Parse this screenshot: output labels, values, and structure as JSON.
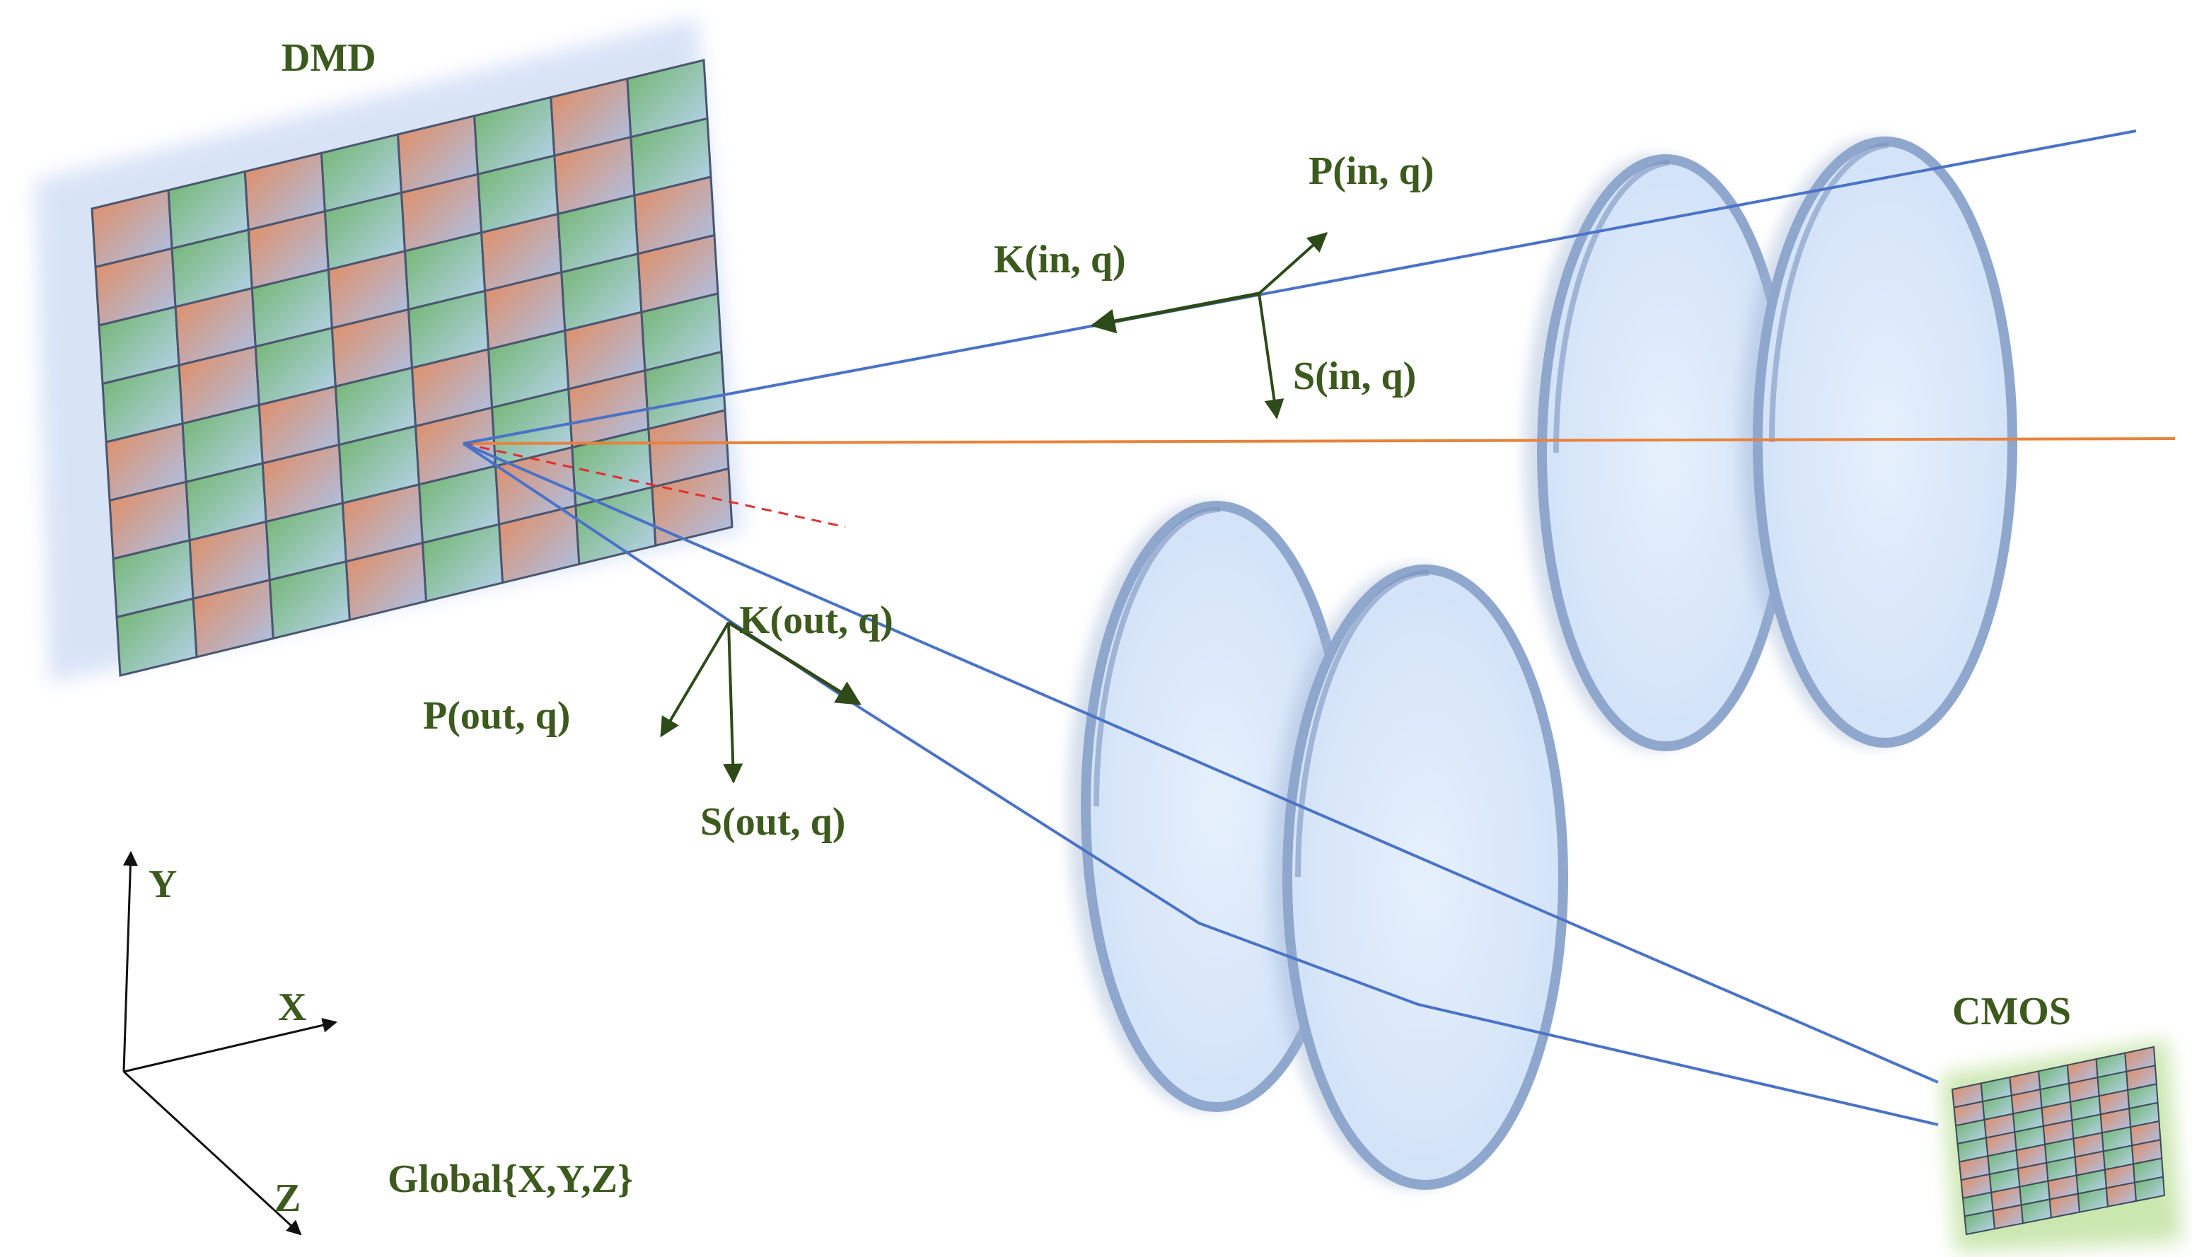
{
  "labels": {
    "dmd": "DMD",
    "cmos": "CMOS",
    "p_in": "P(in, q)",
    "k_in": "K(in, q)",
    "s_in": "S(in, q)",
    "k_out": "K(out, q)",
    "p_out": "P(out, q)",
    "s_out": "S(out, q)",
    "axis_y": "Y",
    "axis_x": "X",
    "axis_z": "Z",
    "global": "Global{X,Y,Z}"
  },
  "colors": {
    "label_green": "#3d5a1e",
    "vector_green": "#2e4a18",
    "ray_blue": "#4a72c8",
    "optical_axis_orange": "#e8823a",
    "normal_red_dashed": "#e03030",
    "lens_fill": "#dbe9fb",
    "lens_rim": "#8fa7cc",
    "axes_black": "#111111",
    "pixel_blue": "#8fb6ec",
    "pixel_orange": "#e8a070",
    "pixel_green": "#8fc28a",
    "pixel_yellow": "#f0d060",
    "cmos_halo": "#b6dd90"
  },
  "dmd_grid": {
    "rows": 8,
    "cols": 8
  },
  "cmos_grid": {
    "rows": 8,
    "cols": 7
  }
}
